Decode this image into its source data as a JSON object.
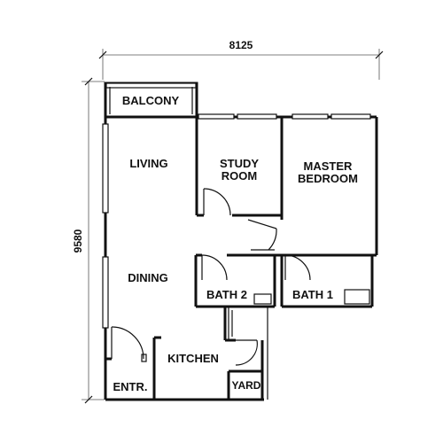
{
  "dimensions": {
    "width": "8125",
    "height": "9580"
  },
  "rooms": {
    "balcony": "BALCONY",
    "living": "LIVING",
    "study_line1": "STUDY",
    "study_line2": "ROOM",
    "master_line1": "MASTER",
    "master_line2": "BEDROOM",
    "dining": "DINING",
    "bath2": "BATH 2",
    "bath1": "BATH 1",
    "kitchen": "KITCHEN",
    "yard": "YARD",
    "entrance": "ENTR."
  }
}
